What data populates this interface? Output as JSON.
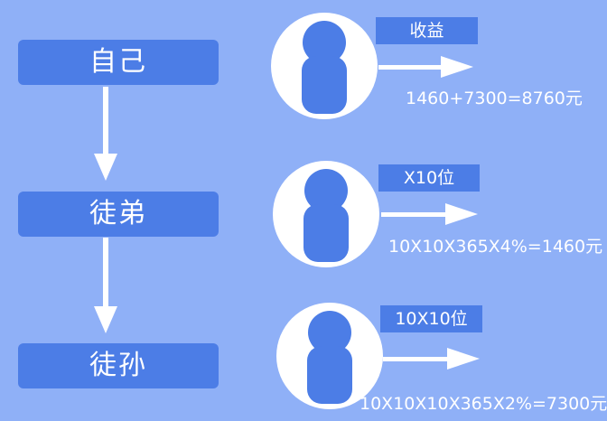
{
  "levels": [
    {
      "label": "自己",
      "tag": "收益",
      "formula": "1460+7300=8760元"
    },
    {
      "label": "徒弟",
      "tag": "X10位",
      "formula": "10X10X365X4%=1460元"
    },
    {
      "label": "徒孙",
      "tag": "10X10位",
      "formula": "10X10X10X365X2%=7300元"
    }
  ],
  "colors": {
    "background": "#8fb0f7",
    "accent": "#4c7de6",
    "arrow": "#ffffff"
  },
  "icons": [
    "person-icon",
    "arrow-down-icon",
    "arrow-right-icon"
  ]
}
